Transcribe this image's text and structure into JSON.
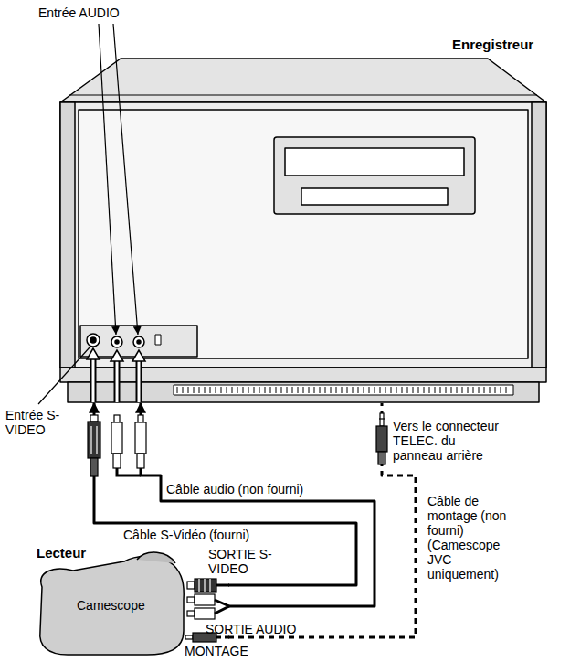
{
  "diagram": {
    "nodes": [
      {
        "text": [
          "Enregistreur"
        ]
      },
      {
        "text": [
          "Lecteur",
          "Camescope"
        ]
      }
    ],
    "edges": [
      {
        "from": 1,
        "to": 0,
        "arrow": "to",
        "label": "Câble S-Vidéo (fourni)"
      },
      {
        "from": 1,
        "to": 0,
        "arrow": "to",
        "label": "Câble audio (non fourni)"
      },
      {
        "from": 1,
        "to": 0,
        "arrow": "none",
        "label": "Câble de montage (non fourni) (Camescope JVC uniquement)"
      }
    ],
    "labels": [
      "Entrée AUDIO",
      "Entrée S-VIDEO",
      "Vers le connecteur TELEC. du panneau arrière",
      "SORTIE S-VIDEO",
      "SORTIE AUDIO",
      "MONTAGE"
    ]
  }
}
